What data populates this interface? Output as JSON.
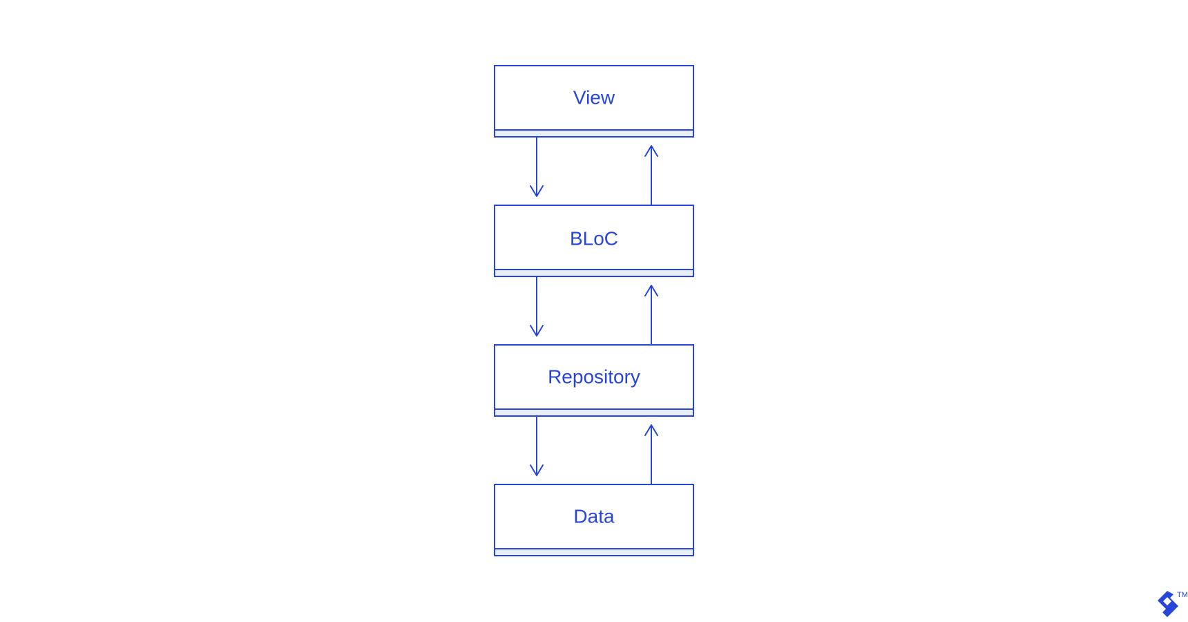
{
  "diagram": {
    "nodes": [
      {
        "id": "view",
        "label": "View"
      },
      {
        "id": "bloc",
        "label": "BLoC"
      },
      {
        "id": "repository",
        "label": "Repository"
      },
      {
        "id": "data",
        "label": "Data"
      }
    ],
    "edges": [
      {
        "from": "view",
        "to": "bloc"
      },
      {
        "from": "bloc",
        "to": "view"
      },
      {
        "from": "bloc",
        "to": "repository"
      },
      {
        "from": "repository",
        "to": "bloc"
      },
      {
        "from": "repository",
        "to": "data"
      },
      {
        "from": "data",
        "to": "repository"
      }
    ]
  },
  "branding": {
    "logo_icon": "toptal-logo-icon",
    "trademark": "TM"
  },
  "colors": {
    "accent": "#2746d8",
    "footer_fill": "#e8eef8",
    "background": "#ffffff"
  }
}
